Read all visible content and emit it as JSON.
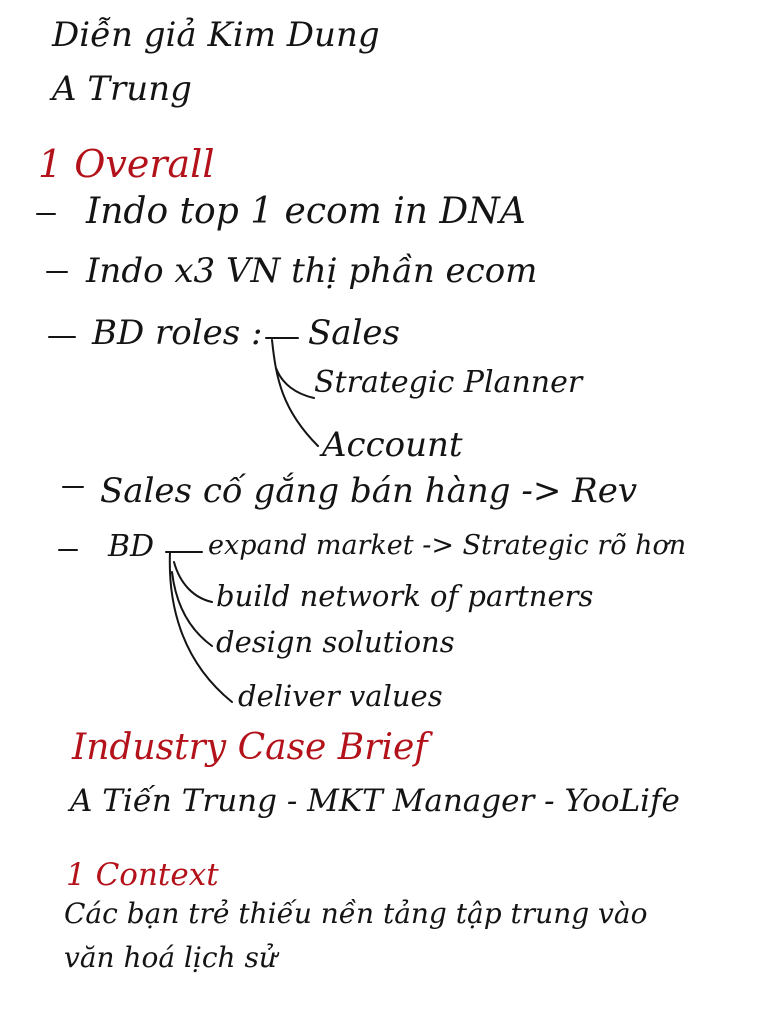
{
  "notes": {
    "speaker_line": "Diễn giả Kim Dung",
    "speaker2_line": "A Trung",
    "sec1_heading": "1 Overall",
    "bullet_indo_top": "Indo top 1 ecom in DNA",
    "bullet_indo_share": "Indo x3 VN thị phần ecom",
    "bd_roles_label": "BD roles :",
    "role_sales": "Sales",
    "role_strategic": "Strategic Planner",
    "role_account": "Account",
    "bullet_sales": "Sales cố gắng bán hàng -> Rev",
    "bd_label": "BD",
    "bd_expand": "expand market -> Strategic rõ hơn",
    "bd_build": "build network of partners",
    "bd_design": "design solutions",
    "bd_deliver": "deliver values",
    "case_heading": "Industry Case Brief",
    "case_speaker": "A Tiến Trung - MKT Manager - YooLife",
    "context_heading": "1 Context",
    "context_line1": "Các bạn trẻ thiếu nền tảng tập trung vào",
    "context_line2": "văn hoá lịch sử"
  },
  "colors": {
    "ink": "#141414",
    "red_ink": "#b3121b",
    "paper": "#ffffff"
  }
}
